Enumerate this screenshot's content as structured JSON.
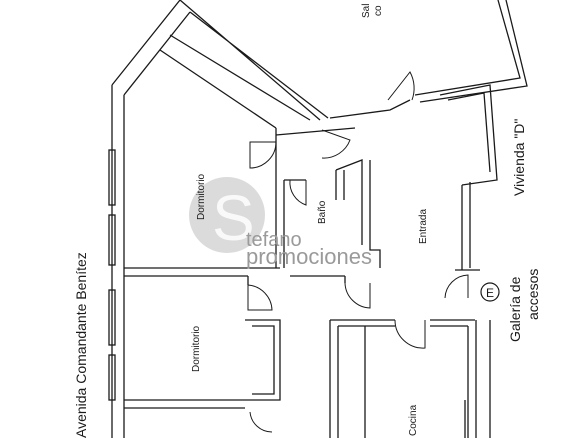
{
  "labels": {
    "street": "Avenida Comandante Benítez",
    "bedroom_top": "Dormitorio",
    "bedroom_bottom": "Dormitorio",
    "bathroom": "Baño",
    "entrance": "Entrada",
    "kitchen": "Cocina",
    "living_line1": "Sal",
    "living_line2": "co",
    "neighbor": "Vivienda \"D\"",
    "gallery_line1": "Galería de",
    "gallery_line2": "accesos",
    "entry_marker": "E"
  },
  "watermark": {
    "line1": "tefano",
    "line2": "promociones",
    "letter": "S"
  },
  "colors": {
    "wall": "#1a1a1a",
    "wall_fill": "#ffffff",
    "watermark_circle": "#bdbdbd",
    "watermark_text": "#9a9a9a"
  }
}
